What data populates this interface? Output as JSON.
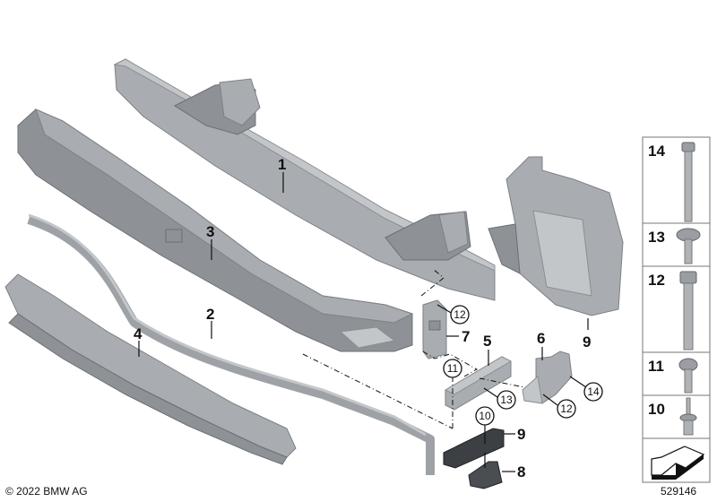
{
  "copyright": "© 2022 BMW AG",
  "image_number": "529146",
  "callouts": {
    "bumper_carrier": "1",
    "trim_strip": "2",
    "energy_absorber": "3",
    "lower_absorber": "4",
    "bracket_5": "5",
    "bracket_6": "6",
    "bracket_7": "7",
    "foam_8": "8",
    "foam_9": "9",
    "crash_box_9": "9"
  },
  "circled_callouts": {
    "screw_12_upper": "12",
    "screw_11": "11",
    "screw_13": "13",
    "rivet_10": "10",
    "screw_12_lower": "12",
    "bolt_14": "14"
  },
  "fastener_panel": [
    {
      "number": "14",
      "icon": "hex-bolt-long-icon"
    },
    {
      "number": "13",
      "icon": "torx-collar-screw-icon"
    },
    {
      "number": "12",
      "icon": "hex-bolt-icon"
    },
    {
      "number": "11",
      "icon": "torx-screw-icon"
    },
    {
      "number": "10",
      "icon": "expanding-rivet-icon"
    },
    {
      "icon": "direction-arrow-icon"
    }
  ]
}
